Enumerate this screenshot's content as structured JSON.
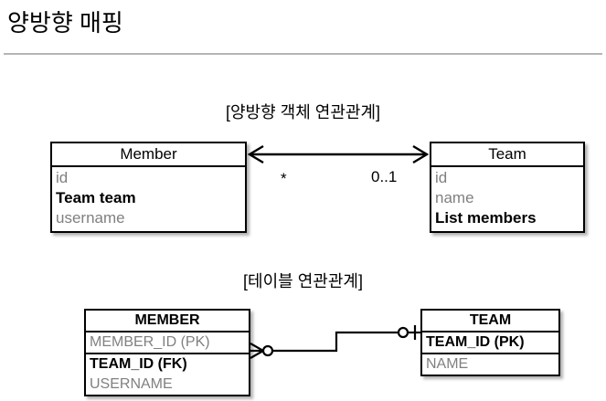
{
  "slide": {
    "title": "양방향 매핑"
  },
  "object_diagram": {
    "caption": "[양방향 객체 연관관계]",
    "left_class": {
      "name": "Member",
      "fields": [
        {
          "text": "id",
          "emphasis": "muted"
        },
        {
          "text": "Team team",
          "emphasis": "strong"
        },
        {
          "text": "username",
          "emphasis": "muted"
        }
      ]
    },
    "right_class": {
      "name": "Team",
      "fields": [
        {
          "text": "id",
          "emphasis": "muted"
        },
        {
          "text": "name",
          "emphasis": "muted"
        },
        {
          "text": "List members",
          "emphasis": "strong"
        }
      ]
    },
    "association": {
      "type": "bidirectional-double-arrow",
      "source_multiplicity": "*",
      "target_multiplicity": "0..1"
    }
  },
  "table_diagram": {
    "caption": "[테이블 연관관계]",
    "left_table": {
      "name": "MEMBER",
      "columns": [
        {
          "text": "MEMBER_ID (PK)",
          "emphasis": "muted",
          "separator_below": true
        },
        {
          "text": "TEAM_ID (FK)",
          "emphasis": "strong",
          "separator_below": false
        },
        {
          "text": "USERNAME",
          "emphasis": "muted",
          "separator_below": false
        }
      ]
    },
    "right_table": {
      "name": "TEAM",
      "columns": [
        {
          "text": "TEAM_ID (PK)",
          "emphasis": "strong",
          "separator_below": true
        },
        {
          "text": "NAME",
          "emphasis": "muted",
          "separator_below": false
        }
      ]
    },
    "relationship": {
      "left_cardinality": "zero-or-many-crowsfoot",
      "right_cardinality": "zero-or-one"
    }
  },
  "colors": {
    "text": "#000000",
    "muted_text": "#808080",
    "rule": "#b5b5b5",
    "stroke": "#000000",
    "background": "#ffffff"
  }
}
